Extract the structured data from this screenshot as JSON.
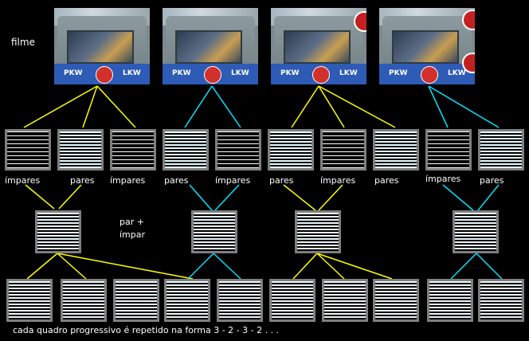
{
  "label_film": "filme",
  "label_par_impar_1": "par +",
  "label_par_impar_2": "ímpar",
  "caption": "cada quadro progressivo é repetido na forma 3 - 2 - 3 - 2 . . .",
  "field_labels": [
    "ímpares",
    "pares",
    "ímpares",
    "pares",
    "ímpares",
    "pares",
    "ímpares",
    "pares",
    "ímpares",
    "pares"
  ],
  "photo_text": {
    "left_plate": "PKW",
    "right_plate": "LKW"
  },
  "colors": {
    "yellow": "#ffff00",
    "cyan": "#00e5ff",
    "frame_border": "#7f7f7f",
    "background": "#000000"
  }
}
